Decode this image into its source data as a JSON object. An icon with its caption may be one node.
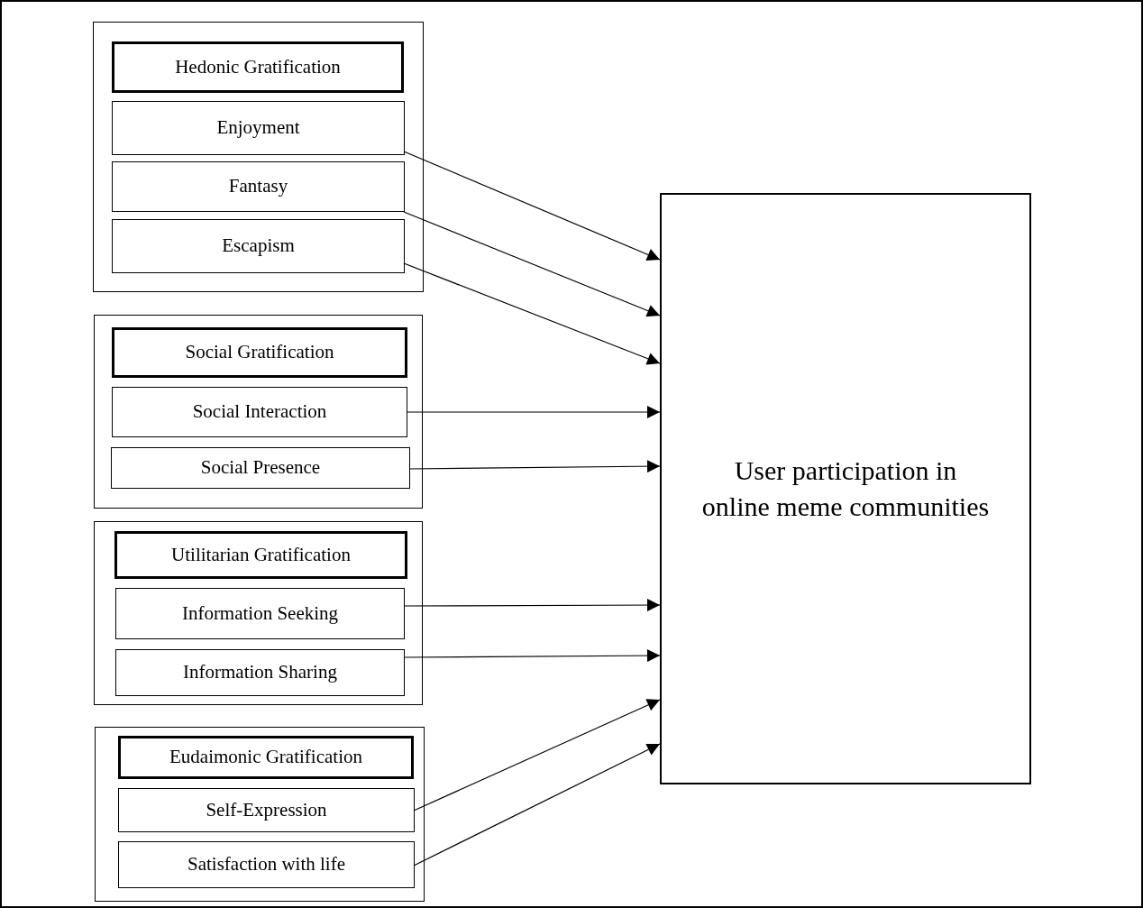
{
  "diagram": {
    "nodes": [
      {
        "text": [],
        "shape": "box"
      },
      {
        "text": [
          "Hedonic Gratification"
        ],
        "in": 0
      },
      {
        "text": [
          "Enjoyment"
        ],
        "in": 0
      },
      {
        "text": [
          "Fantasy"
        ],
        "in": 0
      },
      {
        "text": [
          "Escapism"
        ],
        "in": 0
      },
      {
        "text": [],
        "shape": "box"
      },
      {
        "text": [
          "Social Gratification"
        ],
        "in": 5
      },
      {
        "text": [
          "Social Interaction"
        ],
        "in": 5
      },
      {
        "text": [
          "Social Presence"
        ],
        "in": 5
      },
      {
        "text": [],
        "shape": "box"
      },
      {
        "text": [
          "Utilitarian Gratification"
        ],
        "in": 9
      },
      {
        "text": [
          "Information Seeking"
        ],
        "in": 9
      },
      {
        "text": [
          "Information Sharing"
        ],
        "in": 9
      },
      {
        "text": [],
        "shape": "box"
      },
      {
        "text": [
          "Eudaimonic Gratification"
        ],
        "in": 13
      },
      {
        "text": [
          "Self-Expression"
        ],
        "in": 13
      },
      {
        "text": [
          "Satisfaction with life"
        ],
        "in": 13
      },
      {
        "text": [
          "User participation in online meme communities"
        ]
      }
    ],
    "edges": [
      {
        "from": 2,
        "to": 17,
        "arrow": "to"
      },
      {
        "from": 3,
        "to": 17,
        "arrow": "to"
      },
      {
        "from": 4,
        "to": 17,
        "arrow": "to"
      },
      {
        "from": 7,
        "to": 17,
        "arrow": "to"
      },
      {
        "from": 8,
        "to": 17,
        "arrow": "to"
      },
      {
        "from": 11,
        "to": 17,
        "arrow": "to"
      },
      {
        "from": 12,
        "to": 17,
        "arrow": "to"
      },
      {
        "from": 15,
        "to": 17,
        "arrow": "to"
      },
      {
        "from": 16,
        "to": 17,
        "arrow": "to"
      }
    ]
  }
}
